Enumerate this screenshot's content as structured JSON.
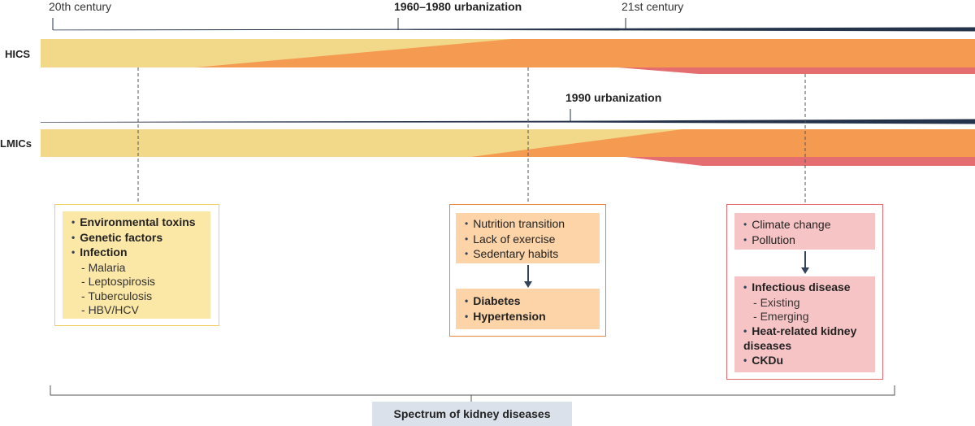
{
  "header": {
    "era_20th": "20th century",
    "era_urban_hics": "1960–1980 urbanization",
    "era_21st": "21st century",
    "era_urban_lmics": "1990 urbanization"
  },
  "rows": [
    {
      "label": "HICS"
    },
    {
      "label": "LMICs"
    }
  ],
  "colors": {
    "yellow": "#f2d98a",
    "orange": "#f59a51",
    "red": "#e46d6f",
    "timeline": "#24324a"
  },
  "boxes": {
    "infectious_era": {
      "items": [
        {
          "text": "Environmental toxins"
        },
        {
          "text": "Genetic factors"
        },
        {
          "text": "Infection"
        }
      ],
      "sub_items": [
        "Malaria",
        "Leptospirosis",
        "Tuberculosis",
        "HBV/HCV"
      ]
    },
    "lifestyle_era": {
      "causes": [
        "Nutrition transition",
        "Lack of exercise",
        "Sedentary habits"
      ],
      "outcomes": [
        "Diabetes",
        "Hypertension"
      ]
    },
    "climate_era": {
      "causes": [
        "Climate change",
        "Pollution"
      ],
      "outcome_1": "Infectious disease",
      "outcome_1_sub": [
        "Existing",
        "Emerging"
      ],
      "outcome_2": "Heat-related kidney diseases",
      "outcome_3": "CKDu"
    }
  },
  "footer": {
    "spectrum_label": "Spectrum of kidney diseases"
  }
}
